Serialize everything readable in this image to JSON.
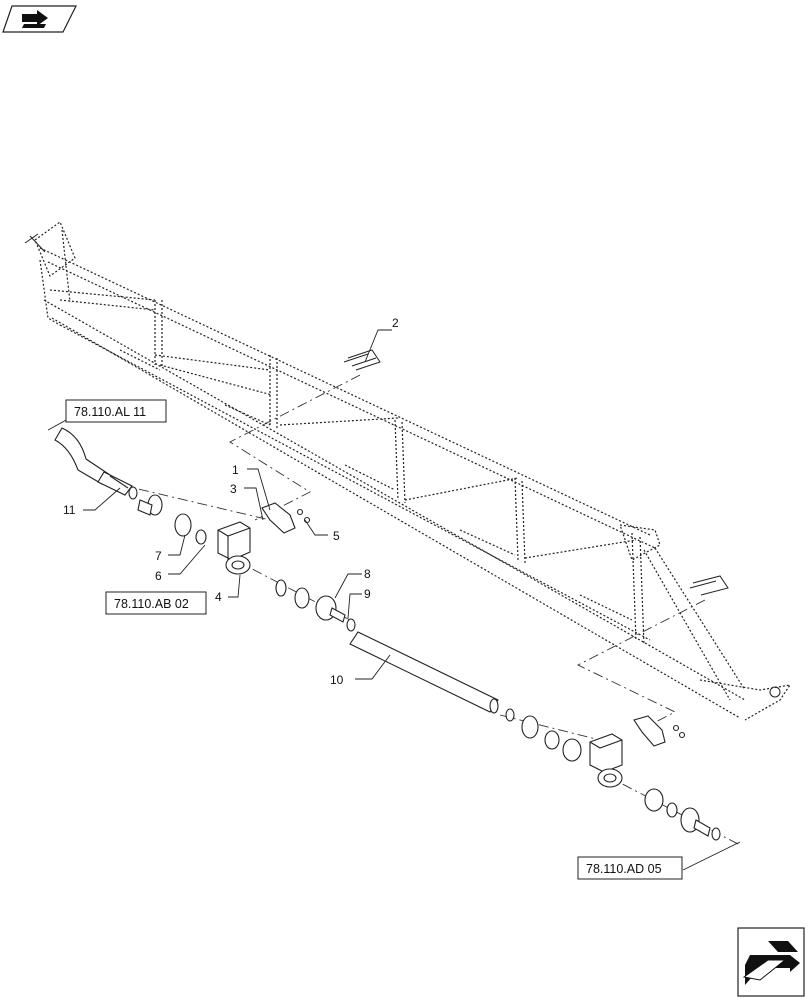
{
  "header_icon": "book-arrow-icon",
  "nav_icon": "next-page-arrow-icon",
  "references": {
    "ref_al11": "78.110.AL 11",
    "ref_ab02": "78.110.AB 02",
    "ref_ad05": "78.110.AD 05"
  },
  "callouts": {
    "c1": "1",
    "c2": "2",
    "c3": "3",
    "c4": "4",
    "c5": "5",
    "c6": "6",
    "c7": "7",
    "c8": "8",
    "c9": "9",
    "c10": "10",
    "c11": "11"
  }
}
